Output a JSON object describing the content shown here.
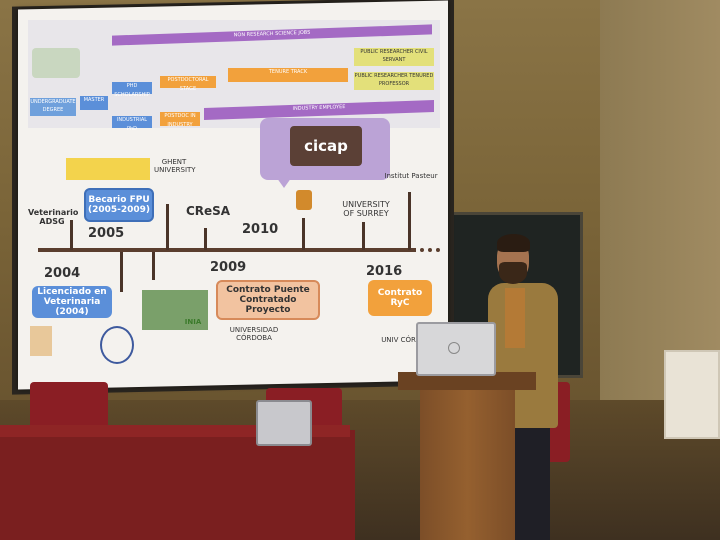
{
  "slide": {
    "career_chart": {
      "non_research": "NON RESEARCH SCIENCE JOBS",
      "postdoc": "POSTDOCTORAL STAGE",
      "tenure": "TENURE TRACK",
      "postdoc_industry": "POSTDOC IN INDUSTRY",
      "industry": "INDUSTRY EMPLOYEE",
      "undergrad": "UNDERGRADUATE DEGREE",
      "master": "MASTER",
      "phd_scholarship": "PHD SCHOLARSHIP",
      "industrial_phd": "INDUSTRIAL PhD",
      "civil_servant": "PUBLIC RESEARCHER CIVIL SERVANT",
      "tenured_prof": "PUBLIC RESEARCHER TENURED PROFESSOR"
    },
    "cicap_logo": "cicap",
    "logos": {
      "ghent": "GHENT UNIVERSITY",
      "cresa": "CReSA",
      "surrey": "UNIVERSITY OF SURREY",
      "pasteur": "Institut Pasteur",
      "inia": "INIA",
      "cordoba1": "UNIVERSIDAD CÓRDOBA",
      "cordoba2": "UNIV CÓRDO"
    },
    "years": {
      "y2004": "2004",
      "y2005": "2005",
      "y2009": "2009",
      "y2010": "2010",
      "y2016": "2016"
    },
    "labels": {
      "vet_adsg": "Veterinario ADSG",
      "becario": "Becario FPU (2005-2009)",
      "licenciado": "Licenciado en Veterinaria (2004)",
      "contrato_puente": "Contrato Puente Contratado Proyecto",
      "contrato_ryc": "Contrato RyC"
    },
    "colors": {
      "purple": "#a46ac4",
      "orange": "#f2a13c",
      "blue": "#5b8fd9",
      "timeline": "#5a3e2e"
    }
  }
}
